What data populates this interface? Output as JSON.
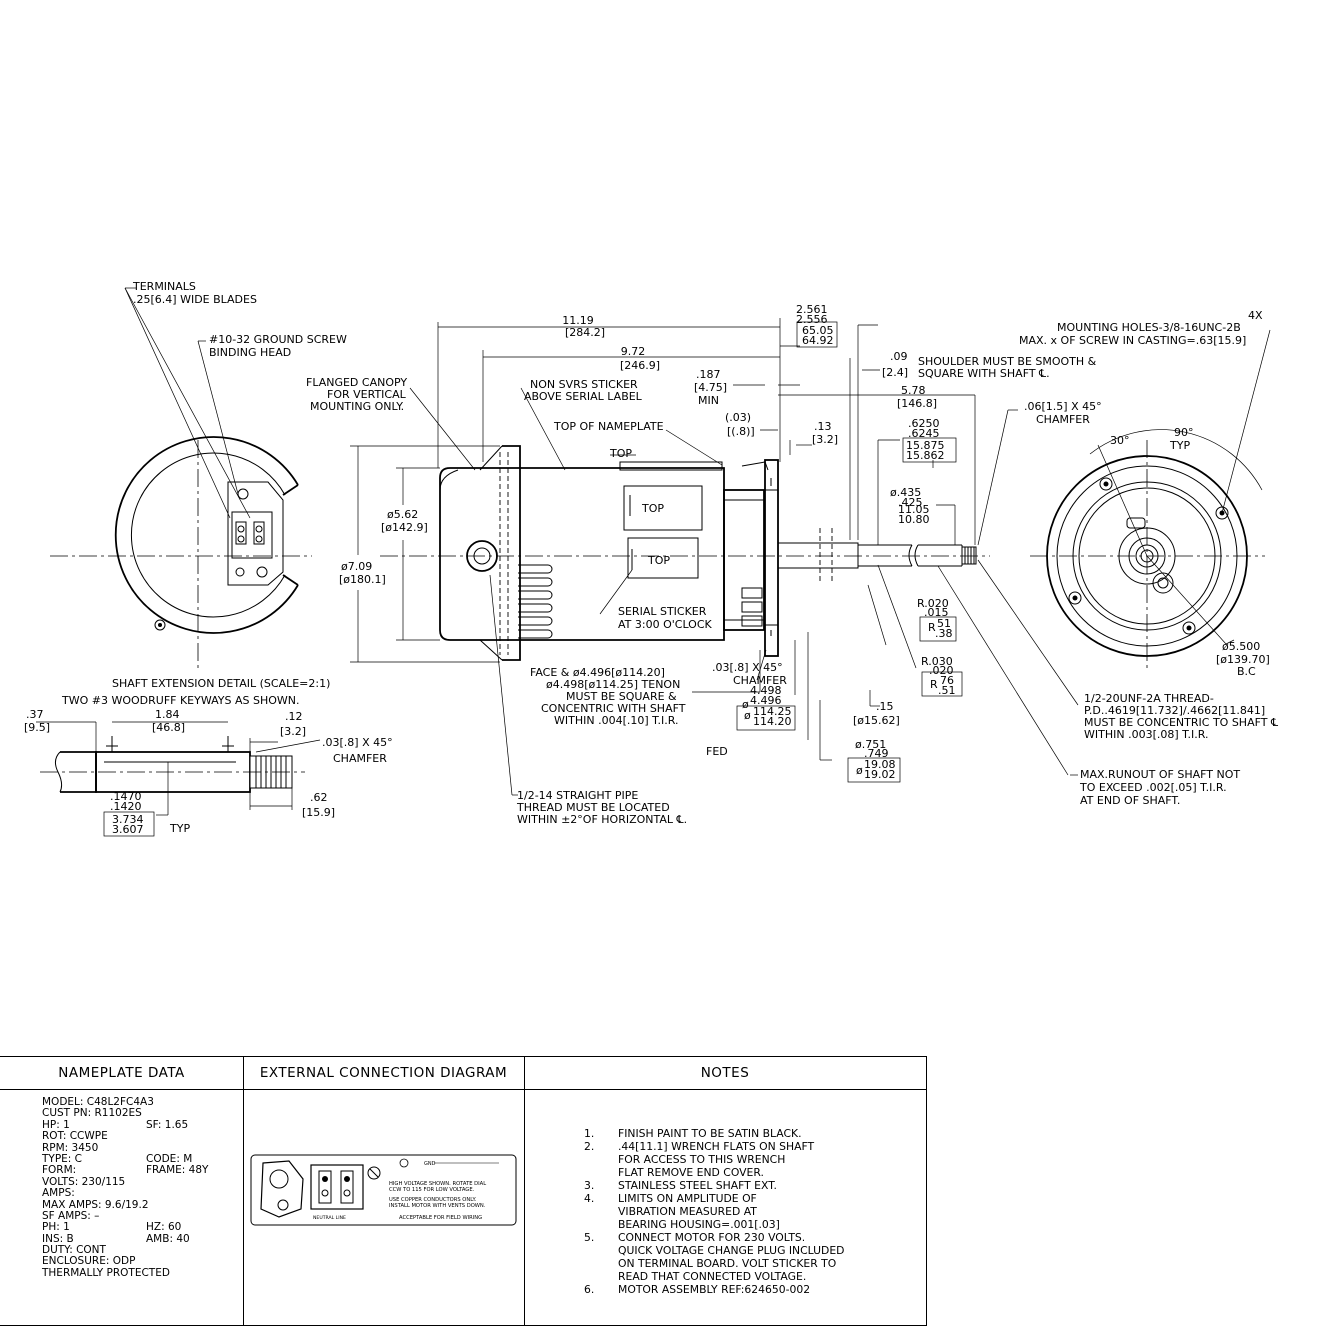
{
  "labels": {
    "terminals": "TERMINALS",
    "wide_blades": ".25[6.4] WIDE BLADES",
    "ground_screw": "#10-32 GROUND SCREW",
    "binding_head": "BINDING HEAD",
    "flanged_canopy_1": "FLANGED CANOPY",
    "flanged_canopy_2": "FOR VERTICAL",
    "flanged_canopy_3": "MOUNTING ONLY.",
    "non_svrs_1": "NON SVRS STICKER",
    "non_svrs_2": "ABOVE SERIAL LABEL",
    "top_of_nameplate": "TOP OF NAMEPLATE",
    "top": "TOP",
    "serial_sticker_1": "SERIAL STICKER",
    "serial_sticker_2": "AT 3:00 O'CLOCK",
    "face_1": "FACE & ø4.496[ø114.20]",
    "face_2": "ø4.498[ø114.25] TENON",
    "face_3": "MUST BE SQUARE &",
    "face_4": "CONCENTRIC WITH SHAFT",
    "face_5": "WITHIN .004[.10] T.I.R.",
    "chamfer_03_a": ".03[.8] X 45°",
    "chamfer_word": "CHAMFER",
    "shaft_detail": "SHAFT EXTENSION DETAIL  (SCALE=2:1)",
    "woodruff": "TWO #3 WOODRUFF KEYWAYS AS SHOWN.",
    "pipe_1": "1/2-14 STRAIGHT PIPE",
    "pipe_2": "THREAD MUST BE LOCATED",
    "pipe_3": "WITHIN ±2°OF HORIZONTAL ℄.",
    "shoulder_1": "SHOULDER MUST BE SMOOTH &",
    "shoulder_2": "SQUARE WITH SHAFT ℄.",
    "chamfer_06": ".06[1.5] X 45°",
    "mount_4x": "4X",
    "mount_1": "MOUNTING HOLES-3/8-16UNC-2B",
    "mount_2": "MAX. x OF SCREW IN CASTING=.63[15.9]",
    "thread_1": "1/2-20UNF-2A THREAD-",
    "thread_2": "P.D..4619[11.732]/.4662[11.841]",
    "thread_3": "MUST BE CONCENTRIC TO SHAFT ℄",
    "thread_4": "WITHIN .003[.08] T.I.R.",
    "runout_1": "MAX.RUNOUT OF SHAFT NOT",
    "runout_2": "TO EXCEED .002[.05] T.I.R.",
    "runout_3": "AT END OF SHAFT.",
    "fed": "FED",
    "typ": "TYP",
    "min": "MIN",
    "bc": "B.C"
  },
  "dims": {
    "d11_19": "11.19",
    "d284_2": "[284.2]",
    "d9_72": "9.72",
    "d246_9": "[246.9]",
    "d187": ".187",
    "d4_75": "[4.75]",
    "d2_561": "2.561",
    "d2_556": "2.556",
    "d65_05": "65.05",
    "d64_92": "64.92",
    "d09": ".09",
    "d2_4": "[2.4]",
    "d5_78": "5.78",
    "d146_8": "[146.8]",
    "d03p": "(.03)",
    "d8p": "[(.8)]",
    "d13": ".13",
    "d3_2": "[3.2]",
    "d6250": ".6250",
    "d6245": ".6245",
    "d15_875": "15.875",
    "d15_862": "15.862",
    "d435": "ø.435",
    "d425": ".425",
    "d11_05": "11.05",
    "d10_80": "10.80",
    "d5_62": "ø5.62",
    "d142_9": "[ø142.9]",
    "d7_09": "ø7.09",
    "d180_1": "[ø180.1]",
    "r020": "R.020",
    "r015": ".015",
    "r51": "51",
    "r38": ".38",
    "r030": "R.030",
    "r020b": ".020",
    "r76": "76",
    "r51b": ".51",
    "d4_498": "4.498",
    "d4_496": "4.496",
    "d114_25": "114.25",
    "d114_20": "114.20",
    "d15": ".15",
    "d15_62": "[ø15.62]",
    "d751": "ø.751",
    "d749": ".749",
    "d19_08": "19.08",
    "d19_02": "19.02",
    "a30": "30°",
    "a90": "90°",
    "d5_500": "ø5.500",
    "d139_70": "[ø139.70]",
    "d37": ".37",
    "d9_5": "[9.5]",
    "d1_84": "1.84",
    "d46_8": "[46.8]",
    "d12": ".12",
    "d3_2b": "[3.2]",
    "d1470": ".1470",
    "d1420": ".1420",
    "d3_734": "3.734",
    "d3_607": "3.607",
    "d62": ".62",
    "d15_9": "[15.9]"
  },
  "table": {
    "nameplate_header": "NAMEPLATE DATA",
    "connection_header": "EXTERNAL CONNECTION DIAGRAM",
    "notes_header": "NOTES",
    "nameplate": {
      "model": "MODEL: C48L2FC4A3",
      "cust_pn": "CUST PN: R1102ES",
      "hp": "HP: 1",
      "sf": "SF: 1.65",
      "rot": "ROT: CCWPE",
      "rpm": "RPM: 3450",
      "type": "TYPE: C",
      "code": "CODE: M",
      "form": "FORM:",
      "frame": "FRAME: 48Y",
      "volts": "VOLTS: 230/115",
      "amps": "AMPS:",
      "max_amps": "MAX AMPS: 9.6/19.2",
      "sf_amps": "SF AMPS: –",
      "ph": "PH: 1",
      "hz": "HZ: 60",
      "ins": "INS: B",
      "amb": "AMB: 40",
      "duty": "DUTY: CONT",
      "enclosure": "ENCLOSURE: ODP",
      "thermal": "THERMALLY PROTECTED"
    },
    "connection": {
      "hv_1": "HIGH VOLTAGE SHOWN. ROTATE DIAL",
      "hv_2": "CCW TO 115 FOR LOW VOLTAGE.",
      "cu_1": "USE COPPER CONDUCTORS ONLY.",
      "cu_2": "INSTALL MOTOR WITH VENTS DOWN.",
      "field": "ACCEPTABLE FOR FIELD WIRING",
      "ground": "GND",
      "neutral_line": "NEUTRAL  LINE"
    },
    "notes": [
      {
        "num": "1.",
        "text": "FINISH PAINT TO BE SATIN BLACK."
      },
      {
        "num": "2.",
        "text": ".44[11.1] WRENCH FLATS ON SHAFT"
      },
      {
        "num": "",
        "text": "FOR ACCESS TO THIS WRENCH"
      },
      {
        "num": "",
        "text": "FLAT REMOVE END COVER."
      },
      {
        "num": "3.",
        "text": "STAINLESS STEEL SHAFT EXT."
      },
      {
        "num": "4.",
        "text": "LIMITS ON AMPLITUDE OF"
      },
      {
        "num": "",
        "text": "VIBRATION MEASURED AT"
      },
      {
        "num": "",
        "text": "BEARING HOUSING=.001[.03]"
      },
      {
        "num": "5.",
        "text": "CONNECT MOTOR FOR 230 VOLTS."
      },
      {
        "num": "",
        "text": "QUICK VOLTAGE CHANGE PLUG INCLUDED"
      },
      {
        "num": "",
        "text": "ON TERMINAL BOARD. VOLT STICKER TO"
      },
      {
        "num": "",
        "text": "READ THAT CONNECTED VOLTAGE."
      },
      {
        "num": "6.",
        "text": "MOTOR ASSEMBLY REF:624650-002"
      }
    ]
  }
}
